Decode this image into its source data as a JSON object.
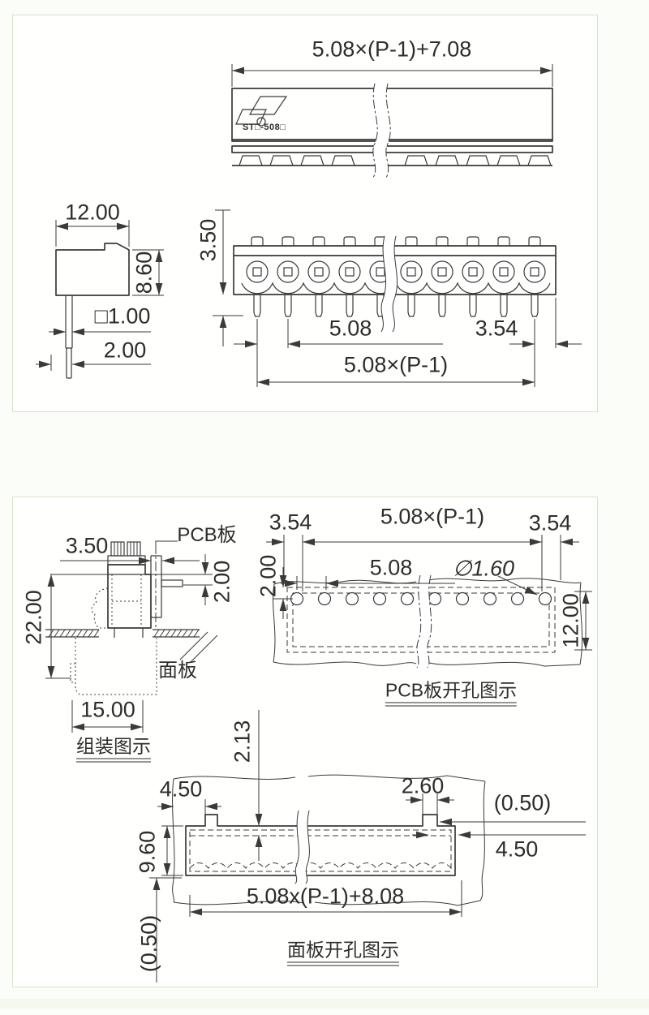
{
  "colors": {
    "ink": "#3a3a3a",
    "panel_border": "#d4e6cb",
    "background": "#fbfdf8",
    "paper": "#ffffff"
  },
  "p1": {
    "top_dim": "5.08×(P-1)+7.08",
    "marking": "ST□-508□",
    "side_width": "12.00",
    "side_height": "8.60",
    "pin_square": "□1.00",
    "pin_offset": "2.00",
    "front_height": "3.50",
    "front_pitch": "5.08",
    "front_end": "3.54",
    "front_span": "5.08×(P-1)"
  },
  "p2": {
    "asm_top": "3.50",
    "asm_pcb_label": "PCB板",
    "asm_pcb_thk": "2.00",
    "asm_height": "22.00",
    "asm_panel_label": "面板",
    "asm_width": "15.00",
    "asm_caption": "组装图示",
    "pcb_left_end": "3.54",
    "pcb_span": "5.08×(P-1)",
    "pcb_right_end": "3.54",
    "pcb_pitch": "5.08",
    "pcb_hole_dia": "∅1.60",
    "pcb_edge": "2.00",
    "pcb_height": "12.00",
    "pcb_caption": "PCB板开孔图示",
    "cut_tab_h": "2.13",
    "cut_left": "4.50",
    "cut_tab_w": "2.60",
    "cut_clear_right": "(0.50)",
    "cut_height": "9.60",
    "cut_right": "4.50",
    "cut_width": "5.08x(P-1)+8.08",
    "cut_clear_bottom": "(0.50)",
    "cut_caption": "面板开孔图示"
  }
}
